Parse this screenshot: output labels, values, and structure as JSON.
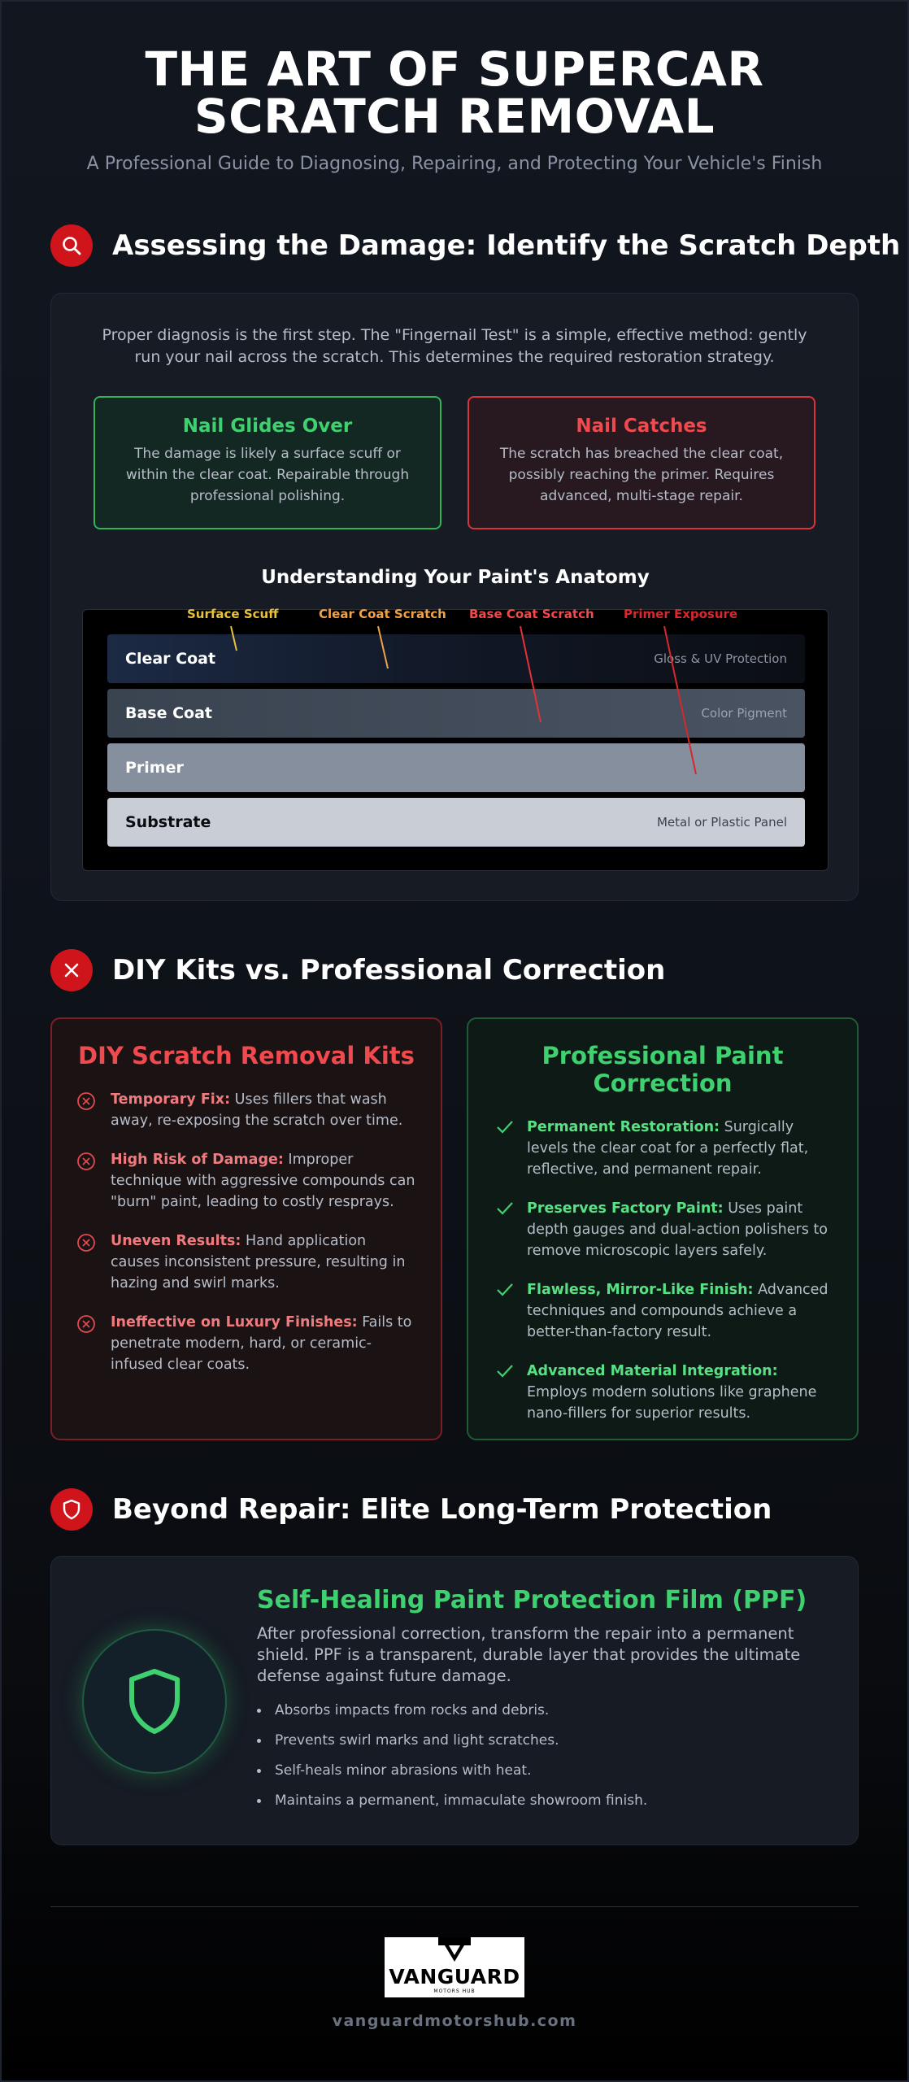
{
  "header": {
    "title_line1": "THE ART OF SUPERCAR",
    "title_line2": "SCRATCH REMOVAL",
    "subtitle": "A Professional Guide to Diagnosing, Repairing, and Protecting Your Vehicle's Finish"
  },
  "colors": {
    "accent_red": "#d0141c",
    "accent_green": "#3fd070",
    "background": "#0f131b"
  },
  "assessing": {
    "icon": "search-icon",
    "heading": "Assessing the Damage: Identify the Scratch Depth",
    "intro": "Proper diagnosis is the first step. The \"Fingernail Test\" is a simple, effective method: gently run your nail across the scratch. This determines the required restoration strategy.",
    "glides": {
      "title": "Nail Glides Over",
      "text": "The damage is likely a surface scuff or within the clear coat. Repairable through professional polishing."
    },
    "catches": {
      "title": "Nail Catches",
      "text": "The scratch has breached the clear coat, possibly reaching the primer. Requires advanced, multi-stage repair."
    },
    "anatomy_title": "Understanding Your Paint's Anatomy",
    "scratch_labels": [
      {
        "text": "Surface Scuff",
        "color": "#e8c23c"
      },
      {
        "text": "Clear Coat Scratch",
        "color": "#f0a24a"
      },
      {
        "text": "Base Coat Scratch",
        "color": "#f0494e"
      },
      {
        "text": "Primer Exposure",
        "color": "#d6282e"
      }
    ],
    "layers": [
      {
        "name": "Clear Coat",
        "desc": "Gloss & UV Protection"
      },
      {
        "name": "Base Coat",
        "desc": "Color Pigment"
      },
      {
        "name": "Primer",
        "desc": ""
      },
      {
        "name": "Substrate",
        "desc": "Metal or Plastic Panel"
      }
    ]
  },
  "comparison": {
    "icon": "close-icon",
    "heading": "DIY Kits vs. Professional Correction",
    "diy": {
      "title": "DIY Scratch Removal Kits",
      "items": [
        {
          "label": "Temporary Fix:",
          "text": " Uses fillers that wash away, re-exposing the scratch over time."
        },
        {
          "label": "High Risk of Damage:",
          "text": " Improper technique with aggressive compounds can \"burn\" paint, leading to costly resprays."
        },
        {
          "label": "Uneven Results:",
          "text": " Hand application causes inconsistent pressure, resulting in hazing and swirl marks."
        },
        {
          "label": "Ineffective on Luxury Finishes:",
          "text": " Fails to penetrate modern, hard, or ceramic-infused clear coats."
        }
      ]
    },
    "pro": {
      "title_line1": "Professional Paint",
      "title_line2": "Correction",
      "items": [
        {
          "label": "Permanent Restoration:",
          "text": " Surgically levels the clear coat for a perfectly flat, reflective, and permanent repair."
        },
        {
          "label": "Preserves Factory Paint:",
          "text": " Uses paint depth gauges and dual-action polishers to remove microscopic layers safely."
        },
        {
          "label": "Flawless, Mirror-Like Finish:",
          "text": " Advanced techniques and compounds achieve a better-than-factory result."
        },
        {
          "label": "Advanced Material Integration:",
          "text": " Employs modern solutions like graphene nano-fillers for superior results."
        }
      ]
    }
  },
  "protection": {
    "icon": "shield-icon",
    "heading": "Beyond Repair: Elite Long-Term Protection",
    "ppf_title": "Self-Healing Paint Protection Film (PPF)",
    "ppf_desc": "After professional correction, transform the repair into a permanent shield. PPF is a transparent, durable layer that provides the ultimate defense against future damage.",
    "bullets": [
      "Absorbs impacts from rocks and debris.",
      "Prevents swirl marks and light scratches.",
      "Self-heals minor abrasions with heat.",
      "Maintains a permanent, immaculate showroom finish."
    ]
  },
  "footer": {
    "logo_name": "VANGUARD",
    "logo_sub": "MOTORS HUB",
    "website": "vanguardmotorshub.com"
  }
}
